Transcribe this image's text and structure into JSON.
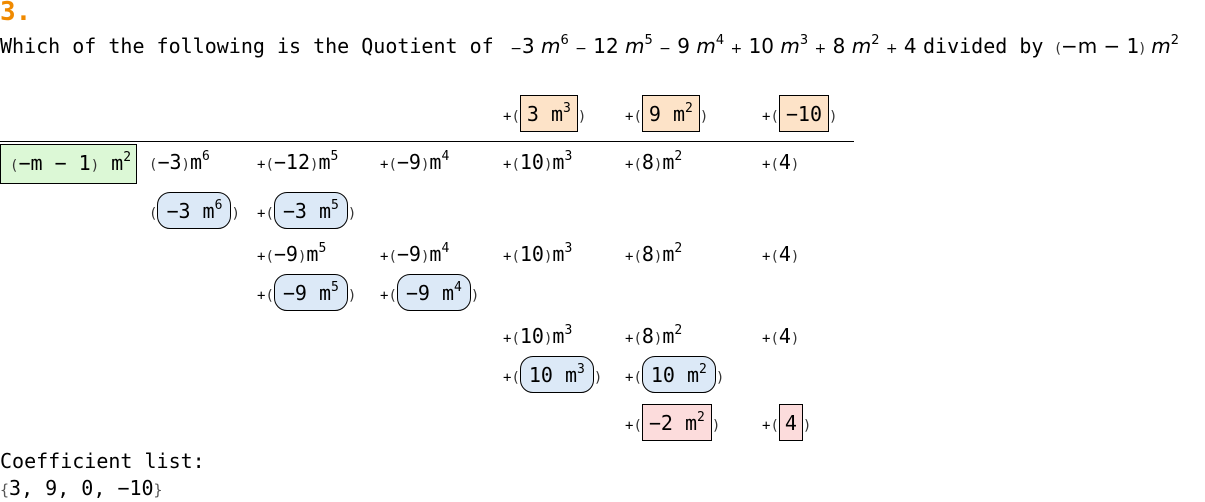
{
  "header": {
    "problem_number": "3.",
    "question_prefix": "Which of the following is the Quotient of",
    "question_divided_by": "divided by"
  },
  "dividend": {
    "terms": [
      {
        "sign": "−",
        "coef": "3",
        "var": "m",
        "exp": "6"
      },
      {
        "sign": "−",
        "coef": "12",
        "var": "m",
        "exp": "5"
      },
      {
        "sign": "−",
        "coef": "9",
        "var": "m",
        "exp": "4"
      },
      {
        "sign": "+",
        "coef": "10",
        "var": "m",
        "exp": "3"
      },
      {
        "sign": "+",
        "coef": "8",
        "var": "m",
        "exp": "2"
      },
      {
        "sign": "+",
        "coef": "4",
        "var": "",
        "exp": ""
      }
    ]
  },
  "divisor": {
    "inner": "−m − 1",
    "var": "m",
    "exp": "2"
  },
  "quotient": [
    {
      "value": "3",
      "var": "m",
      "exp": "3"
    },
    {
      "value": "9",
      "var": "m",
      "exp": "2"
    },
    {
      "value": "−10",
      "var": "",
      "exp": ""
    }
  ],
  "division_rows": {
    "row1": [
      {
        "coef": "−3",
        "var": "m",
        "exp": "6"
      },
      {
        "coef": "−12",
        "var": "m",
        "exp": "5"
      },
      {
        "coef": "−9",
        "var": "m",
        "exp": "4"
      },
      {
        "coef": "10",
        "var": "m",
        "exp": "3"
      },
      {
        "coef": "8",
        "var": "m",
        "exp": "2"
      },
      {
        "coef": "4",
        "var": "",
        "exp": ""
      }
    ],
    "sub1": [
      {
        "text": "−3 m",
        "exp": "6"
      },
      {
        "text": "−3 m",
        "exp": "5"
      }
    ],
    "row2": [
      {
        "coef": "−9",
        "var": "m",
        "exp": "5"
      },
      {
        "coef": "−9",
        "var": "m",
        "exp": "4"
      },
      {
        "coef": "10",
        "var": "m",
        "exp": "3"
      },
      {
        "coef": "8",
        "var": "m",
        "exp": "2"
      },
      {
        "coef": "4",
        "var": "",
        "exp": ""
      }
    ],
    "sub2": [
      {
        "text": "−9 m",
        "exp": "5"
      },
      {
        "text": "−9 m",
        "exp": "4"
      }
    ],
    "row3": [
      {
        "coef": "10",
        "var": "m",
        "exp": "3"
      },
      {
        "coef": "8",
        "var": "m",
        "exp": "2"
      },
      {
        "coef": "4",
        "var": "",
        "exp": ""
      }
    ],
    "sub3": [
      {
        "text": "10 m",
        "exp": "3"
      },
      {
        "text": "10 m",
        "exp": "2"
      }
    ],
    "remainder": [
      {
        "text": "−2 m",
        "exp": "2"
      },
      {
        "text": "4",
        "exp": ""
      }
    ]
  },
  "coefficients": {
    "label": "Coefficient list:",
    "values": "3, 9, 0, −10"
  },
  "colors": {
    "problem_number": "#f08a00",
    "quotient_box": "#fde3c8",
    "divisor_box": "#dcf8d6",
    "subtraction_pill": "#dce9f7",
    "remainder_box": "#fcdcdc"
  }
}
